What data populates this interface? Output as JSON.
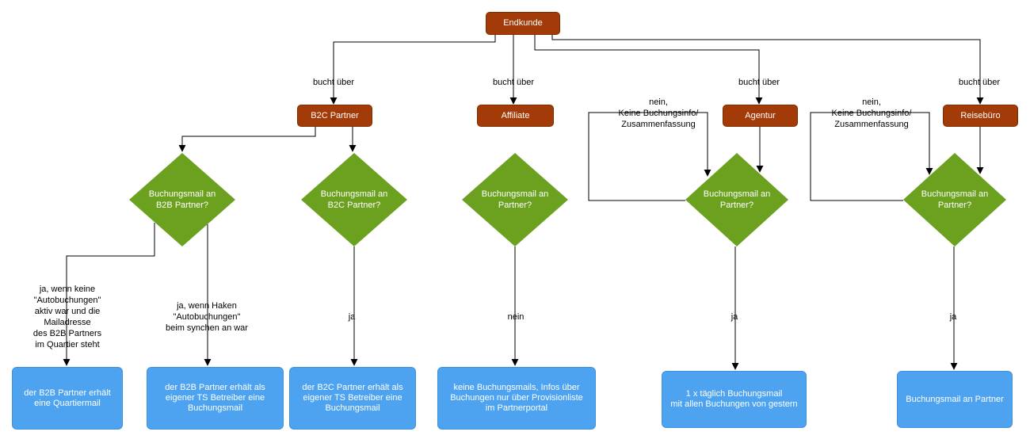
{
  "nodes": {
    "endkunde": "Endkunde",
    "b2c_partner": "B2C Partner",
    "affiliate": "Affiliate",
    "agentur": "Agentur",
    "reisebuero": "Reisebüro"
  },
  "decisions": {
    "b2b": "Buchungsmail an\nB2B Partner?",
    "b2c": "Buchungsmail an\nB2C Partner?",
    "affiliate": "Buchungsmail an\nPartner?",
    "agentur": "Buchungsmail an\nPartner?",
    "reisebuero": "Buchungsmail an\nPartner?"
  },
  "outcomes": {
    "quartiermail": "der B2B Partner erhält\neine Quartiermail",
    "b2b_ts_mail": "der B2B Partner erhält als\neigener TS Betreiber eine\nBuchungsmail",
    "b2c_ts_mail": "der B2C Partner erhält als\neigener TS Betreiber eine\nBuchungsmail",
    "provisionsliste": "keine Buchungsmails, Infos über\nBuchungen nur über Provisionliste\nim Partnerportal",
    "taeglich_mail": "1 x täglich Buchungsmail\nmit allen Buchungen von gestern",
    "partner_mail": "Buchungsmail an Partner"
  },
  "edge_labels": {
    "bucht_ueber": "bucht über",
    "ja": "ja",
    "nein": "nein",
    "nein_keine_info": "nein,\nKeine Buchungsinfo/\nZusammenfassung",
    "ja_wenn_keine": "ja, wenn keine\n\"Autobuchungen\"\naktiv war und die\nMailadresse\ndes B2B Partners\nim Quartier steht",
    "ja_wenn_haken": "ja, wenn Haken\n\"Autobuchungen\"\nbeim synchen an war"
  },
  "colors": {
    "node_primary": "#A33B08",
    "node_primary_border": "#7d2c00",
    "decision": "#6CA120",
    "outcome": "#4DA3F0",
    "outcome_border": "#3e92dd",
    "line": "#000000"
  }
}
